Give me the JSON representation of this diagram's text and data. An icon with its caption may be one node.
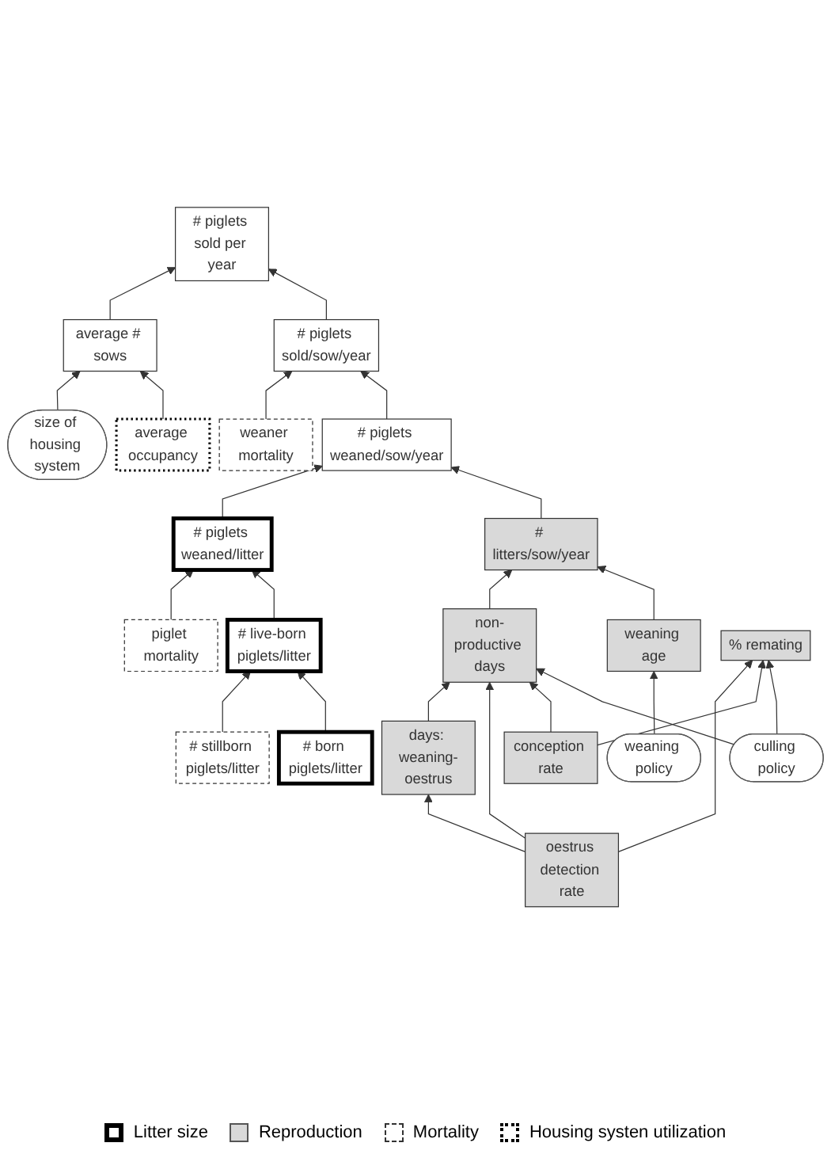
{
  "diagram": {
    "nodes": [
      {
        "text": [
          "# piglets sold per year"
        ]
      },
      {
        "text": [
          "# piglets sold/sow/year"
        ]
      },
      {
        "text": [
          "average # sows"
        ]
      },
      {
        "text": [
          "average occupancy"
        ]
      },
      {
        "text": [
          "size of housing system"
        ]
      },
      {
        "text": [
          "# piglets weaned/sow/year"
        ]
      },
      {
        "text": [
          "weaner mortality"
        ]
      },
      {
        "text": [
          "# litters/sow/year"
        ]
      },
      {
        "text": [
          "weaning policy"
        ]
      },
      {
        "text": [
          "# piglets weaned/litter"
        ]
      },
      {
        "text": [
          "weaning age"
        ]
      },
      {
        "text": [
          "# live-born piglets/litter"
        ]
      },
      {
        "text": [
          "piglet mortality"
        ]
      },
      {
        "text": [
          "# stillborn piglets/litter"
        ]
      },
      {
        "text": [
          "non-productive days"
        ]
      },
      {
        "text": [
          "# born piglets/litter"
        ]
      },
      {
        "text": [
          "culling policy"
        ]
      },
      {
        "text": [
          "conception rate"
        ]
      },
      {
        "text": [
          "days: weaning-oestrus"
        ]
      },
      {
        "text": [
          "% remating"
        ]
      },
      {
        "text": [
          "oestrus detection rate"
        ]
      }
    ],
    "edges": [
      {
        "from": 1,
        "to": 0,
        "arrow": "to"
      },
      {
        "from": 2,
        "to": 0,
        "arrow": "to"
      },
      {
        "from": 3,
        "to": 2,
        "arrow": "to"
      },
      {
        "from": 4,
        "to": 2,
        "arrow": "to"
      },
      {
        "from": 5,
        "to": 1,
        "arrow": "to"
      },
      {
        "from": 6,
        "to": 1,
        "arrow": "to"
      },
      {
        "from": 7,
        "to": 5,
        "arrow": "to"
      },
      {
        "from": 9,
        "to": 5,
        "arrow": "to"
      },
      {
        "from": 8,
        "to": 10,
        "arrow": "to"
      },
      {
        "from": 10,
        "to": 7,
        "arrow": "to"
      },
      {
        "from": 14,
        "to": 7,
        "arrow": "to"
      },
      {
        "from": 11,
        "to": 9,
        "arrow": "to"
      },
      {
        "from": 12,
        "to": 9,
        "arrow": "to"
      },
      {
        "from": 15,
        "to": 11,
        "arrow": "to"
      },
      {
        "from": 13,
        "to": 11,
        "arrow": "to"
      },
      {
        "from": 16,
        "to": 14,
        "arrow": "to"
      },
      {
        "from": 17,
        "to": 14,
        "arrow": "to"
      },
      {
        "from": 20,
        "to": 14,
        "arrow": "to"
      },
      {
        "from": 18,
        "to": 14,
        "arrow": "to"
      },
      {
        "from": 16,
        "to": 19,
        "arrow": "to"
      },
      {
        "from": 17,
        "to": 19,
        "arrow": "to"
      },
      {
        "from": 20,
        "to": 19,
        "arrow": "to"
      },
      {
        "from": 20,
        "to": 18,
        "arrow": "to"
      }
    ],
    "legend": [
      {
        "text": "Litter size"
      },
      {
        "text": "Reproduction",
        "color": "#d9d9d9"
      },
      {
        "text": "Mortality"
      },
      {
        "text": "Housing systen utilization"
      }
    ]
  }
}
